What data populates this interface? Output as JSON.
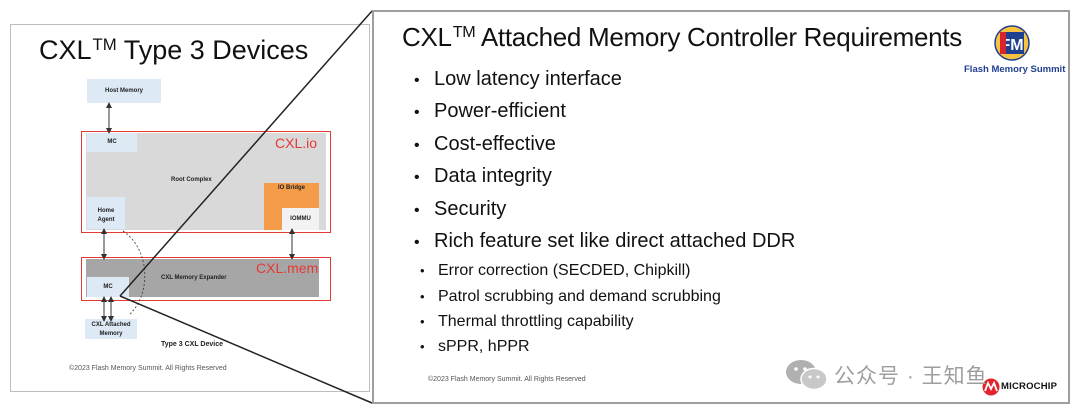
{
  "left_slide": {
    "title_base": "CXL",
    "title_tm": "TM",
    "title_rest": " Type 3 Devices",
    "host_memory": "Host Memory",
    "mc_top": "MC",
    "cxl_io": "CXL.io",
    "root_complex": "Root Complex",
    "io_bridge": "IO Bridge",
    "iommu": "IOMMU",
    "home_agent_line1": "Home",
    "home_agent_line2": "Agent",
    "cxl_mem": "CXL.mem",
    "mc_bottom": "MC",
    "cxl_memory_expander": "CXL Memory Expander",
    "attached_memory_line1": "CXL Attached",
    "attached_memory_line2": "Memory",
    "device_caption": "Type 3 CXL Device",
    "copyright": "©2023 Flash Memory Summit. All Rights Reserved"
  },
  "right_slide": {
    "title_base": "CXL",
    "title_tm": "TM",
    "title_rest": " Attached Memory Controller Requirements",
    "logo_text": "Flash Memory Summit",
    "bullets": [
      "Low latency interface",
      "Power-efficient",
      "Cost-effective",
      "Data integrity",
      "Security",
      "Rich feature set like direct attached DDR"
    ],
    "sub_bullets": [
      "Error correction (SECDED, Chipkill)",
      "Patrol scrubbing and demand scrubbing",
      "Thermal throttling capability",
      "sPPR, hPPR"
    ],
    "copyright": "©2023 Flash Memory Summit. All Rights Reserved",
    "microchip": "MICROCHIP"
  },
  "watermark": {
    "text": "公众号 · 王知鱼"
  },
  "colors": {
    "red_border": "#e53935",
    "light_blue": "#dde9f5",
    "gray_box": "#d9d9d9",
    "dark_gray": "#a6a6a6",
    "orange": "#f59c4a"
  }
}
